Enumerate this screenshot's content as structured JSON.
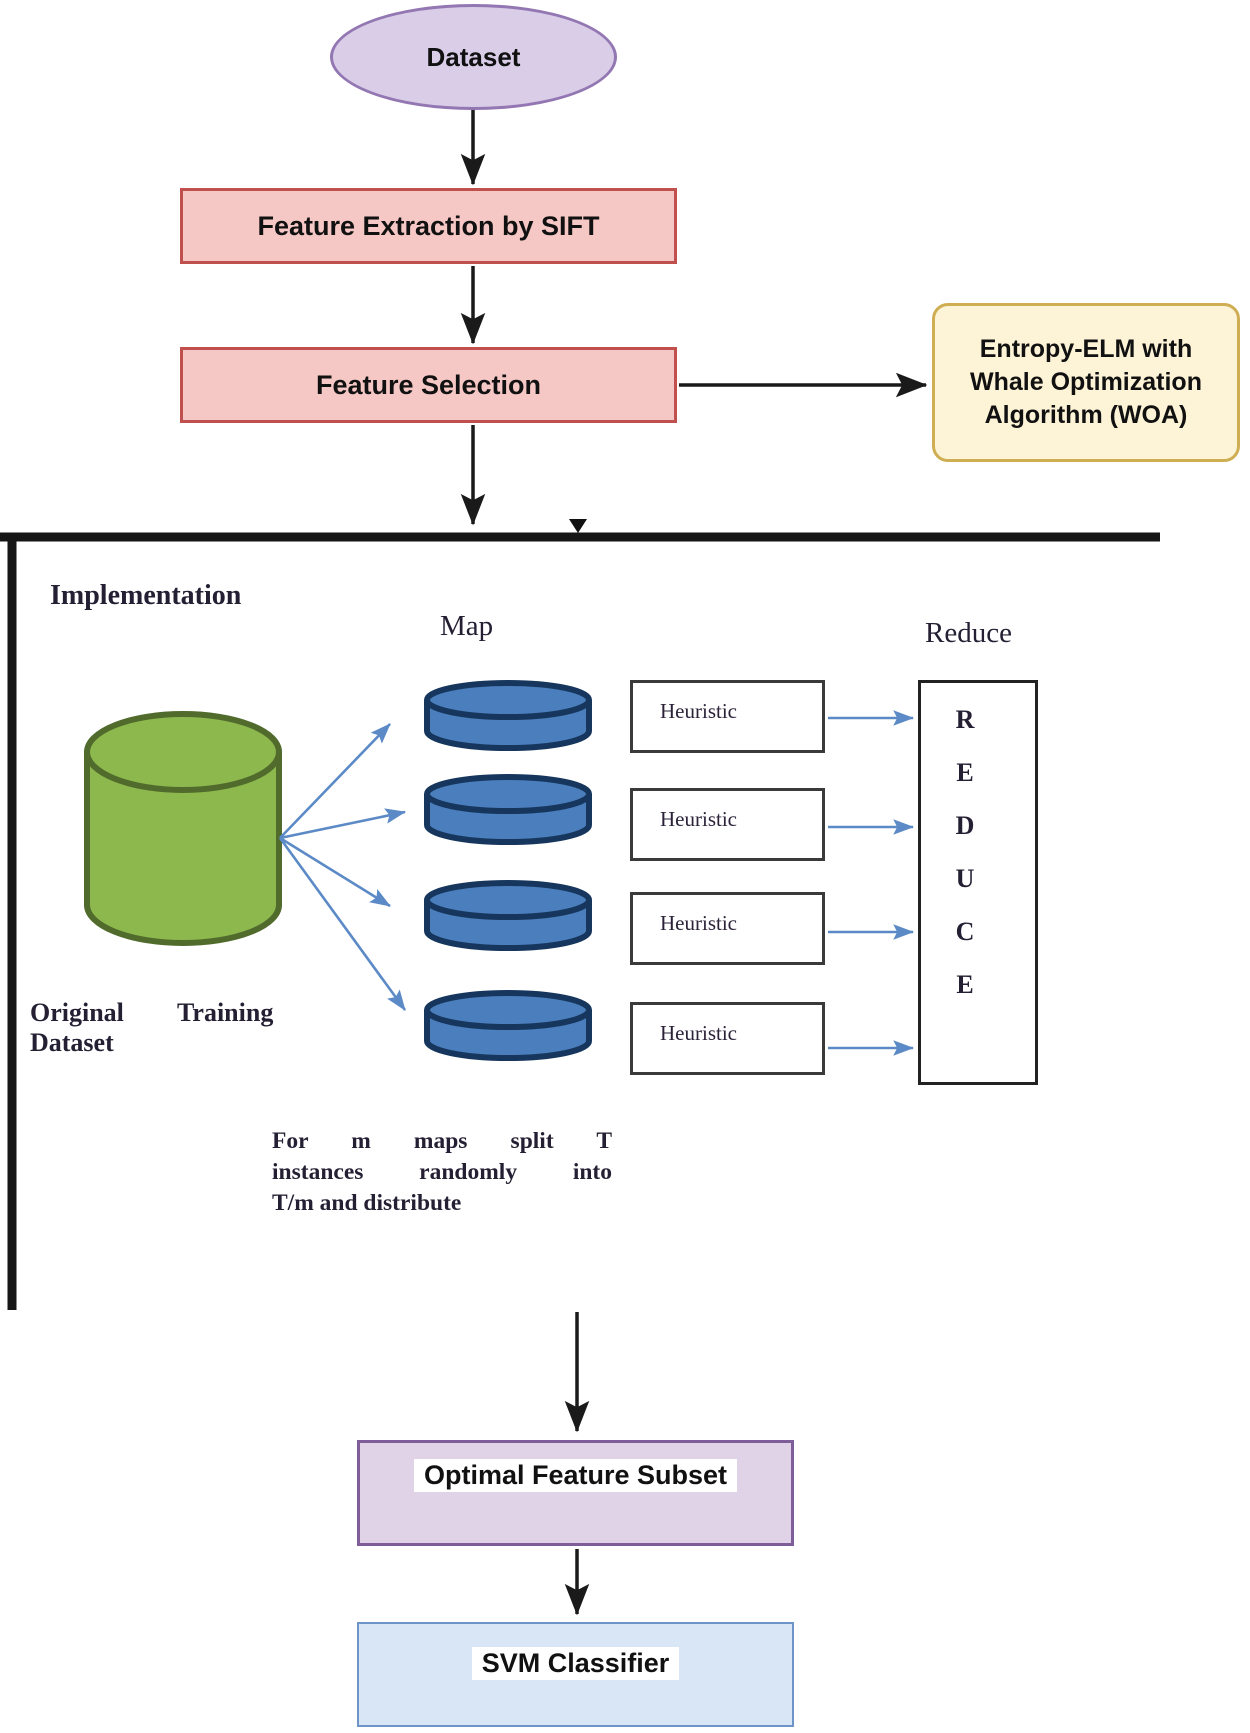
{
  "flow": {
    "dataset": "Dataset",
    "feature_extraction": "Feature Extraction by SIFT",
    "feature_selection": "Feature Selection",
    "entropy_elm": "Entropy-ELM with Whale Optimization Algorithm (WOA)",
    "optimal_feature_subset": "Optimal Feature Subset",
    "svm_classifier": "SVM Classifier"
  },
  "implementation": {
    "title": "Implementation",
    "map_label": "Map",
    "reduce_label": "Reduce",
    "original_dataset_label": "Original Dataset",
    "training_label": "Training",
    "heuristics": [
      "Heuristic",
      "Heuristic",
      "Heuristic",
      "Heuristic"
    ],
    "reduce_letters": [
      "R",
      "E",
      "D",
      "U",
      "C",
      "E"
    ],
    "split_note_lines": [
      "For m maps split T",
      "instances randomly into",
      "T/m and distribute"
    ]
  },
  "colors": {
    "oval_fill": "#d9cde8",
    "oval_border": "#9377b2",
    "process_fill": "#f6c8c5",
    "process_border": "#c0504d",
    "entropy_fill": "#fdf3d6",
    "entropy_border": "#cfad52",
    "green_cylinder_fill": "#8db84e",
    "green_cylinder_border": "#506b2b",
    "blue_cylinder_fill": "#4a7ebc",
    "blue_cylinder_border": "#17365d",
    "optimal_fill": "#e0d2e7",
    "optimal_border": "#7e5d99",
    "svm_fill": "#d9e6f5",
    "svm_border": "#6d95c8",
    "arrow_black": "#1a1a1a",
    "arrow_blue": "#5b8ac6"
  }
}
